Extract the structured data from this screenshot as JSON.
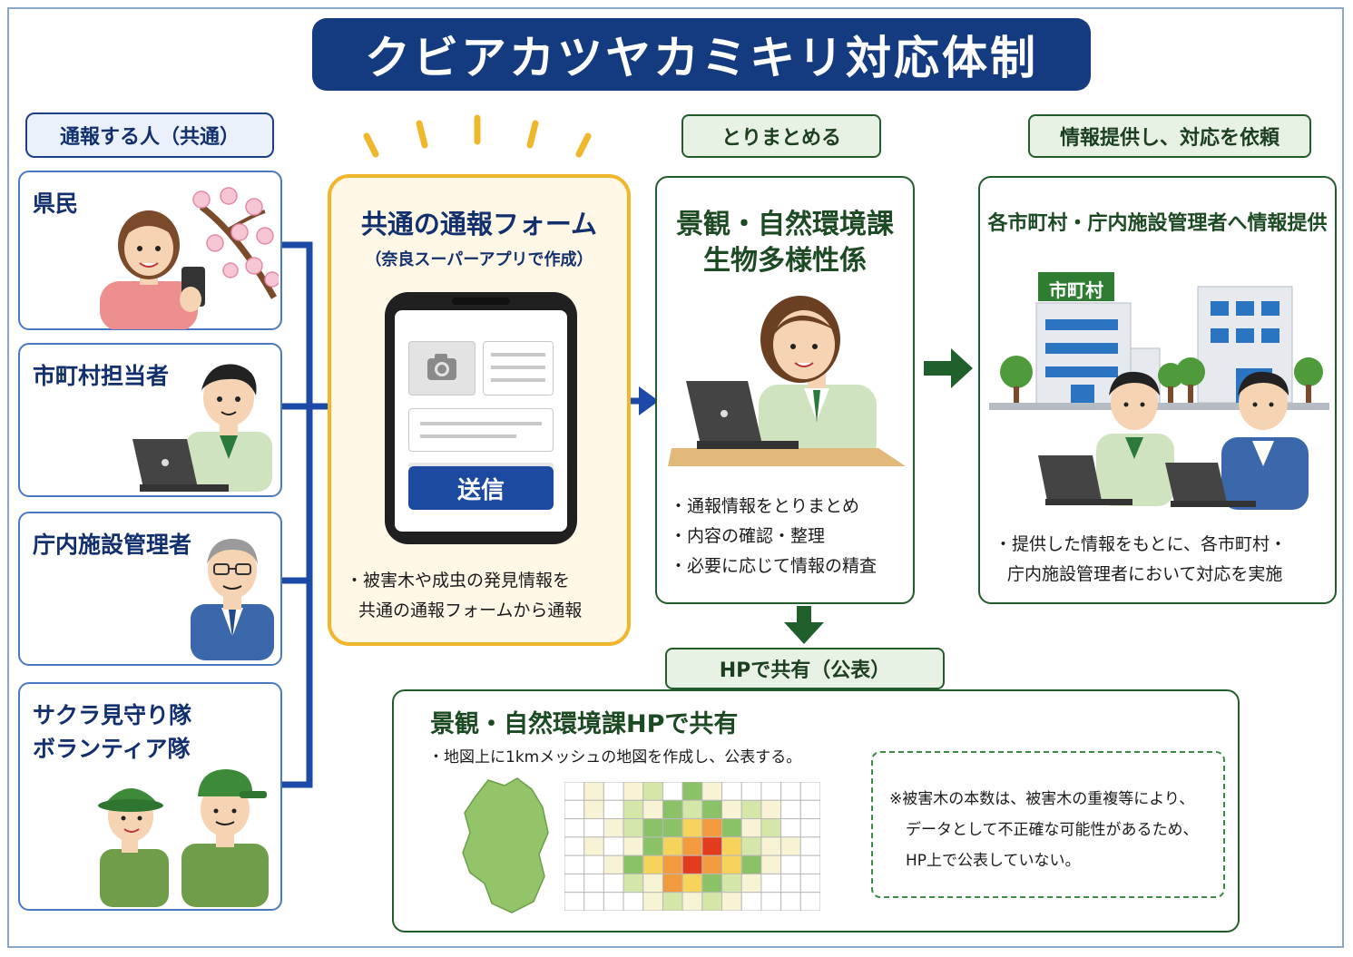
{
  "title": "クビアカツヤカミキリ対応体制",
  "labels": {
    "reporter": "通報する人（共通）",
    "summarize": "とりまとめる",
    "provide": "情報提供し、対応を依頼",
    "hp": "HPで共有（公表）"
  },
  "reporters": {
    "kenmin": "県民",
    "shichoson": "市町村担当者",
    "chonai": "庁内施設管理者",
    "sakura_line1": "サクラ見守り隊",
    "sakura_line2": "ボランティア隊"
  },
  "form": {
    "title": "共通の通報フォーム",
    "subtitle": "（奈良スーパーアプリで作成）",
    "send_label": "送信",
    "bullet1_line1": "・被害木や成虫の発見情報を",
    "bullet1_line2": "共通の通報フォームから通報"
  },
  "dept": {
    "line1": "景観・自然環境課",
    "line2": "生物多様性係",
    "bullets": [
      "・通報情報をとりまとめ",
      "・内容の確認・整理",
      "・必要に応じて情報の精査"
    ]
  },
  "provide": {
    "title": "各市町村・庁内施設管理者へ情報提供",
    "building_sign": "市町村",
    "bullet_line1": "・提供した情報をもとに、各市町村・",
    "bullet_line2": "庁内施設管理者において対応を実施"
  },
  "hp": {
    "title": "景観・自然環境課HPで共有",
    "bullet": "・地図上に1kmメッシュの地図を作成し、公表する。",
    "note_line1": "※被害木の本数は、被害木の重複等により、",
    "note_line2": "データとして不正確な可能性があるため、",
    "note_line3": "HP上で公表していない。"
  },
  "colors": {
    "navy": "#143a80",
    "form_border": "#f0b72c",
    "green": "#235c2b",
    "arrow_blue": "#1d4aa6",
    "arrow_green": "#1e5f2b"
  },
  "mesh": {
    "rows": 7,
    "cols": 13,
    "levels": [
      [
        0,
        1,
        0,
        1,
        2,
        0,
        3,
        1,
        0,
        0,
        0,
        0,
        0
      ],
      [
        0,
        1,
        0,
        2,
        1,
        3,
        2,
        3,
        1,
        2,
        1,
        0,
        0
      ],
      [
        0,
        0,
        1,
        2,
        3,
        3,
        4,
        5,
        3,
        1,
        2,
        0,
        0
      ],
      [
        0,
        1,
        0,
        1,
        3,
        4,
        5,
        6,
        4,
        2,
        1,
        1,
        0
      ],
      [
        0,
        0,
        1,
        3,
        4,
        5,
        6,
        5,
        4,
        3,
        1,
        0,
        0
      ],
      [
        0,
        0,
        0,
        2,
        1,
        5,
        4,
        3,
        2,
        1,
        0,
        0,
        0
      ],
      [
        0,
        0,
        0,
        0,
        1,
        2,
        1,
        2,
        1,
        0,
        0,
        0,
        0
      ]
    ],
    "palette": [
      "#ffffff",
      "#f8f3d4",
      "#d4e6a8",
      "#8cc267",
      "#f6d35a",
      "#f29a3e",
      "#e23b1e"
    ]
  }
}
